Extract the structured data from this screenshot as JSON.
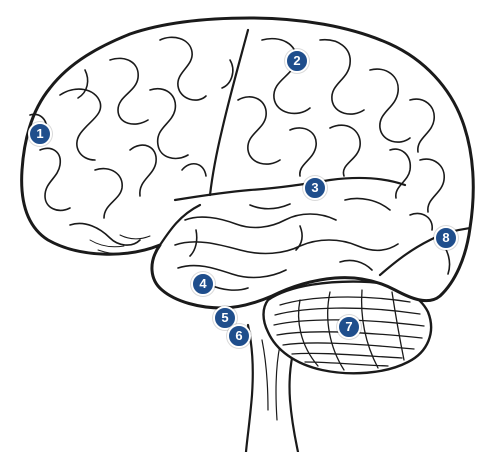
{
  "colors": {
    "marker_fill": "#1f4e8c",
    "outline": "#1a1a1a",
    "background": "#ffffff"
  },
  "diagram": {
    "subject": "brain-lateral-view-line-drawing",
    "markers": [
      {
        "label": "1"
      },
      {
        "label": "2"
      },
      {
        "label": "3"
      },
      {
        "label": "4"
      },
      {
        "label": "5"
      },
      {
        "label": "6"
      },
      {
        "label": "7"
      },
      {
        "label": "8"
      }
    ]
  }
}
